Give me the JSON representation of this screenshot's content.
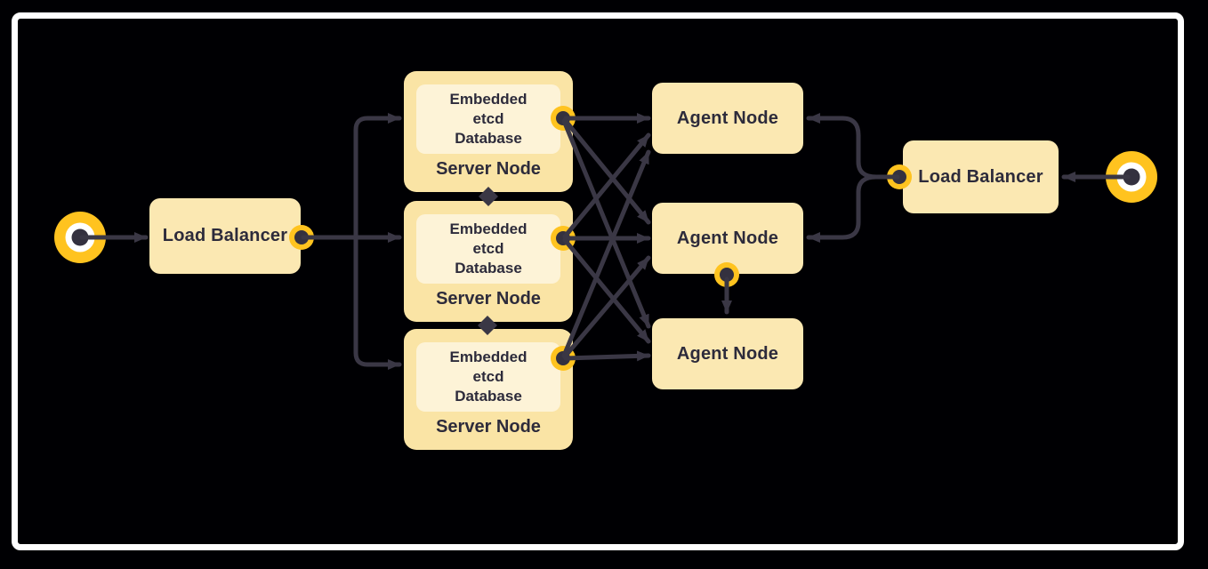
{
  "diagram": {
    "type": "architecture-diagram",
    "left_load_balancer": {
      "label": "Load Balancer"
    },
    "right_load_balancer": {
      "label": "Load Balancer"
    },
    "servers": [
      {
        "database": "Embedded etcd Database",
        "label": "Server Node"
      },
      {
        "database": "Embedded etcd Database",
        "label": "Server Node"
      },
      {
        "database": "Embedded etcd Database",
        "label": "Server Node"
      }
    ],
    "agents": [
      {
        "label": "Agent Node"
      },
      {
        "label": "Agent Node"
      },
      {
        "label": "Agent Node"
      }
    ],
    "colors": {
      "background": "#000003",
      "frame": "#FFFFFF",
      "box_fill": "#FBE8B2",
      "server_fill": "#FAE4A5",
      "inner_box_fill": "#FDF3D7",
      "text": "#2D2B3B",
      "line": "#3A3745",
      "accent_yellow": "#FFC31F"
    }
  }
}
